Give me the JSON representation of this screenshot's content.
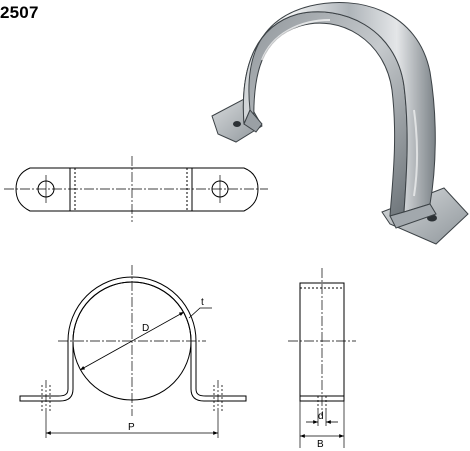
{
  "part_number": "2507",
  "dimension_labels": {
    "diameter": "D",
    "thickness": "t",
    "pitch": "P",
    "hole_diameter": "d",
    "band_width": "B"
  },
  "colors": {
    "line": "#000000",
    "metal_light": "#e9ebec",
    "metal_mid": "#b9bec2",
    "metal_dark": "#6f767c"
  }
}
